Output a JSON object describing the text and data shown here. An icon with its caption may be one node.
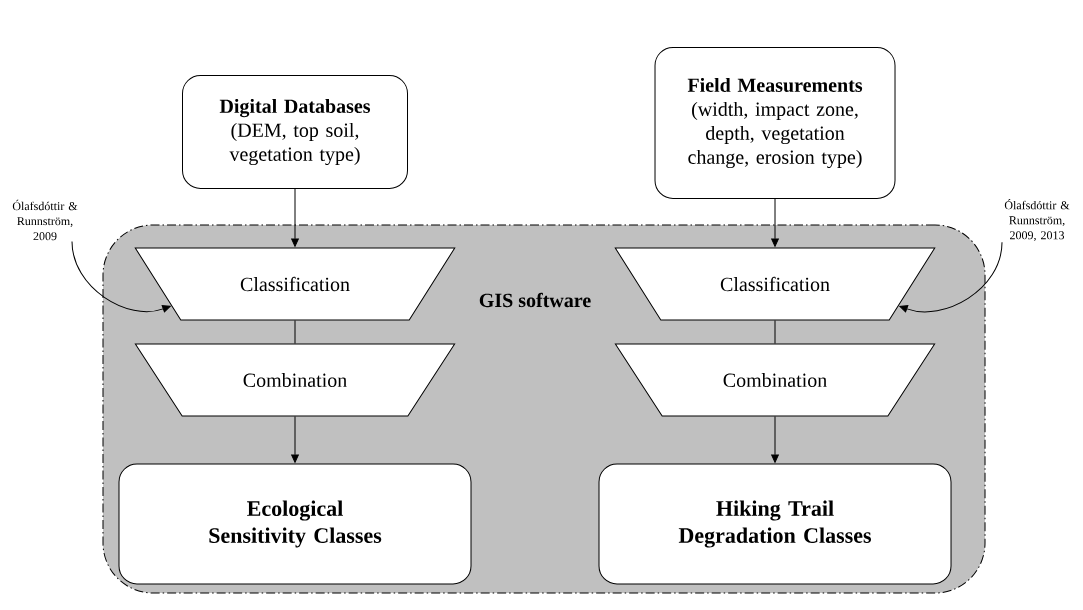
{
  "diagram": {
    "nodes": [
      {
        "text": [
          "Digital Databases",
          "(DEM, top soil, vegetation type)"
        ]
      },
      {
        "text": [
          "Field Measurements",
          "(width, impact zone, depth, vegetation change, erosion type)"
        ]
      },
      {
        "text": [
          "GIS software"
        ]
      },
      {
        "text": [
          "Classification"
        ],
        "in": 2
      },
      {
        "text": [
          "Classification"
        ],
        "in": 2
      },
      {
        "text": [
          "Combination"
        ],
        "in": 2
      },
      {
        "text": [
          "Combination"
        ],
        "in": 2
      },
      {
        "text": [
          "Ecological Sensitivity Classes"
        ],
        "in": 2
      },
      {
        "text": [
          "Hiking Trail Degradation Classes"
        ],
        "in": 2
      },
      {
        "text": [
          "Ólafsdóttir & Runnström, 2009"
        ]
      },
      {
        "text": [
          "Ólafsdóttir & Runnström, 2009, 2013"
        ]
      }
    ],
    "edges": [
      {
        "from": 0,
        "to": 3,
        "arrow": "to"
      },
      {
        "from": 3,
        "to": 5,
        "arrow": "none"
      },
      {
        "from": 5,
        "to": 7,
        "arrow": "to"
      },
      {
        "from": 1,
        "to": 4,
        "arrow": "to"
      },
      {
        "from": 4,
        "to": 6,
        "arrow": "none"
      },
      {
        "from": 6,
        "to": 8,
        "arrow": "to"
      },
      {
        "from": 9,
        "to": 3,
        "arrow": "to"
      },
      {
        "from": 10,
        "to": 4,
        "arrow": "to"
      }
    ]
  }
}
